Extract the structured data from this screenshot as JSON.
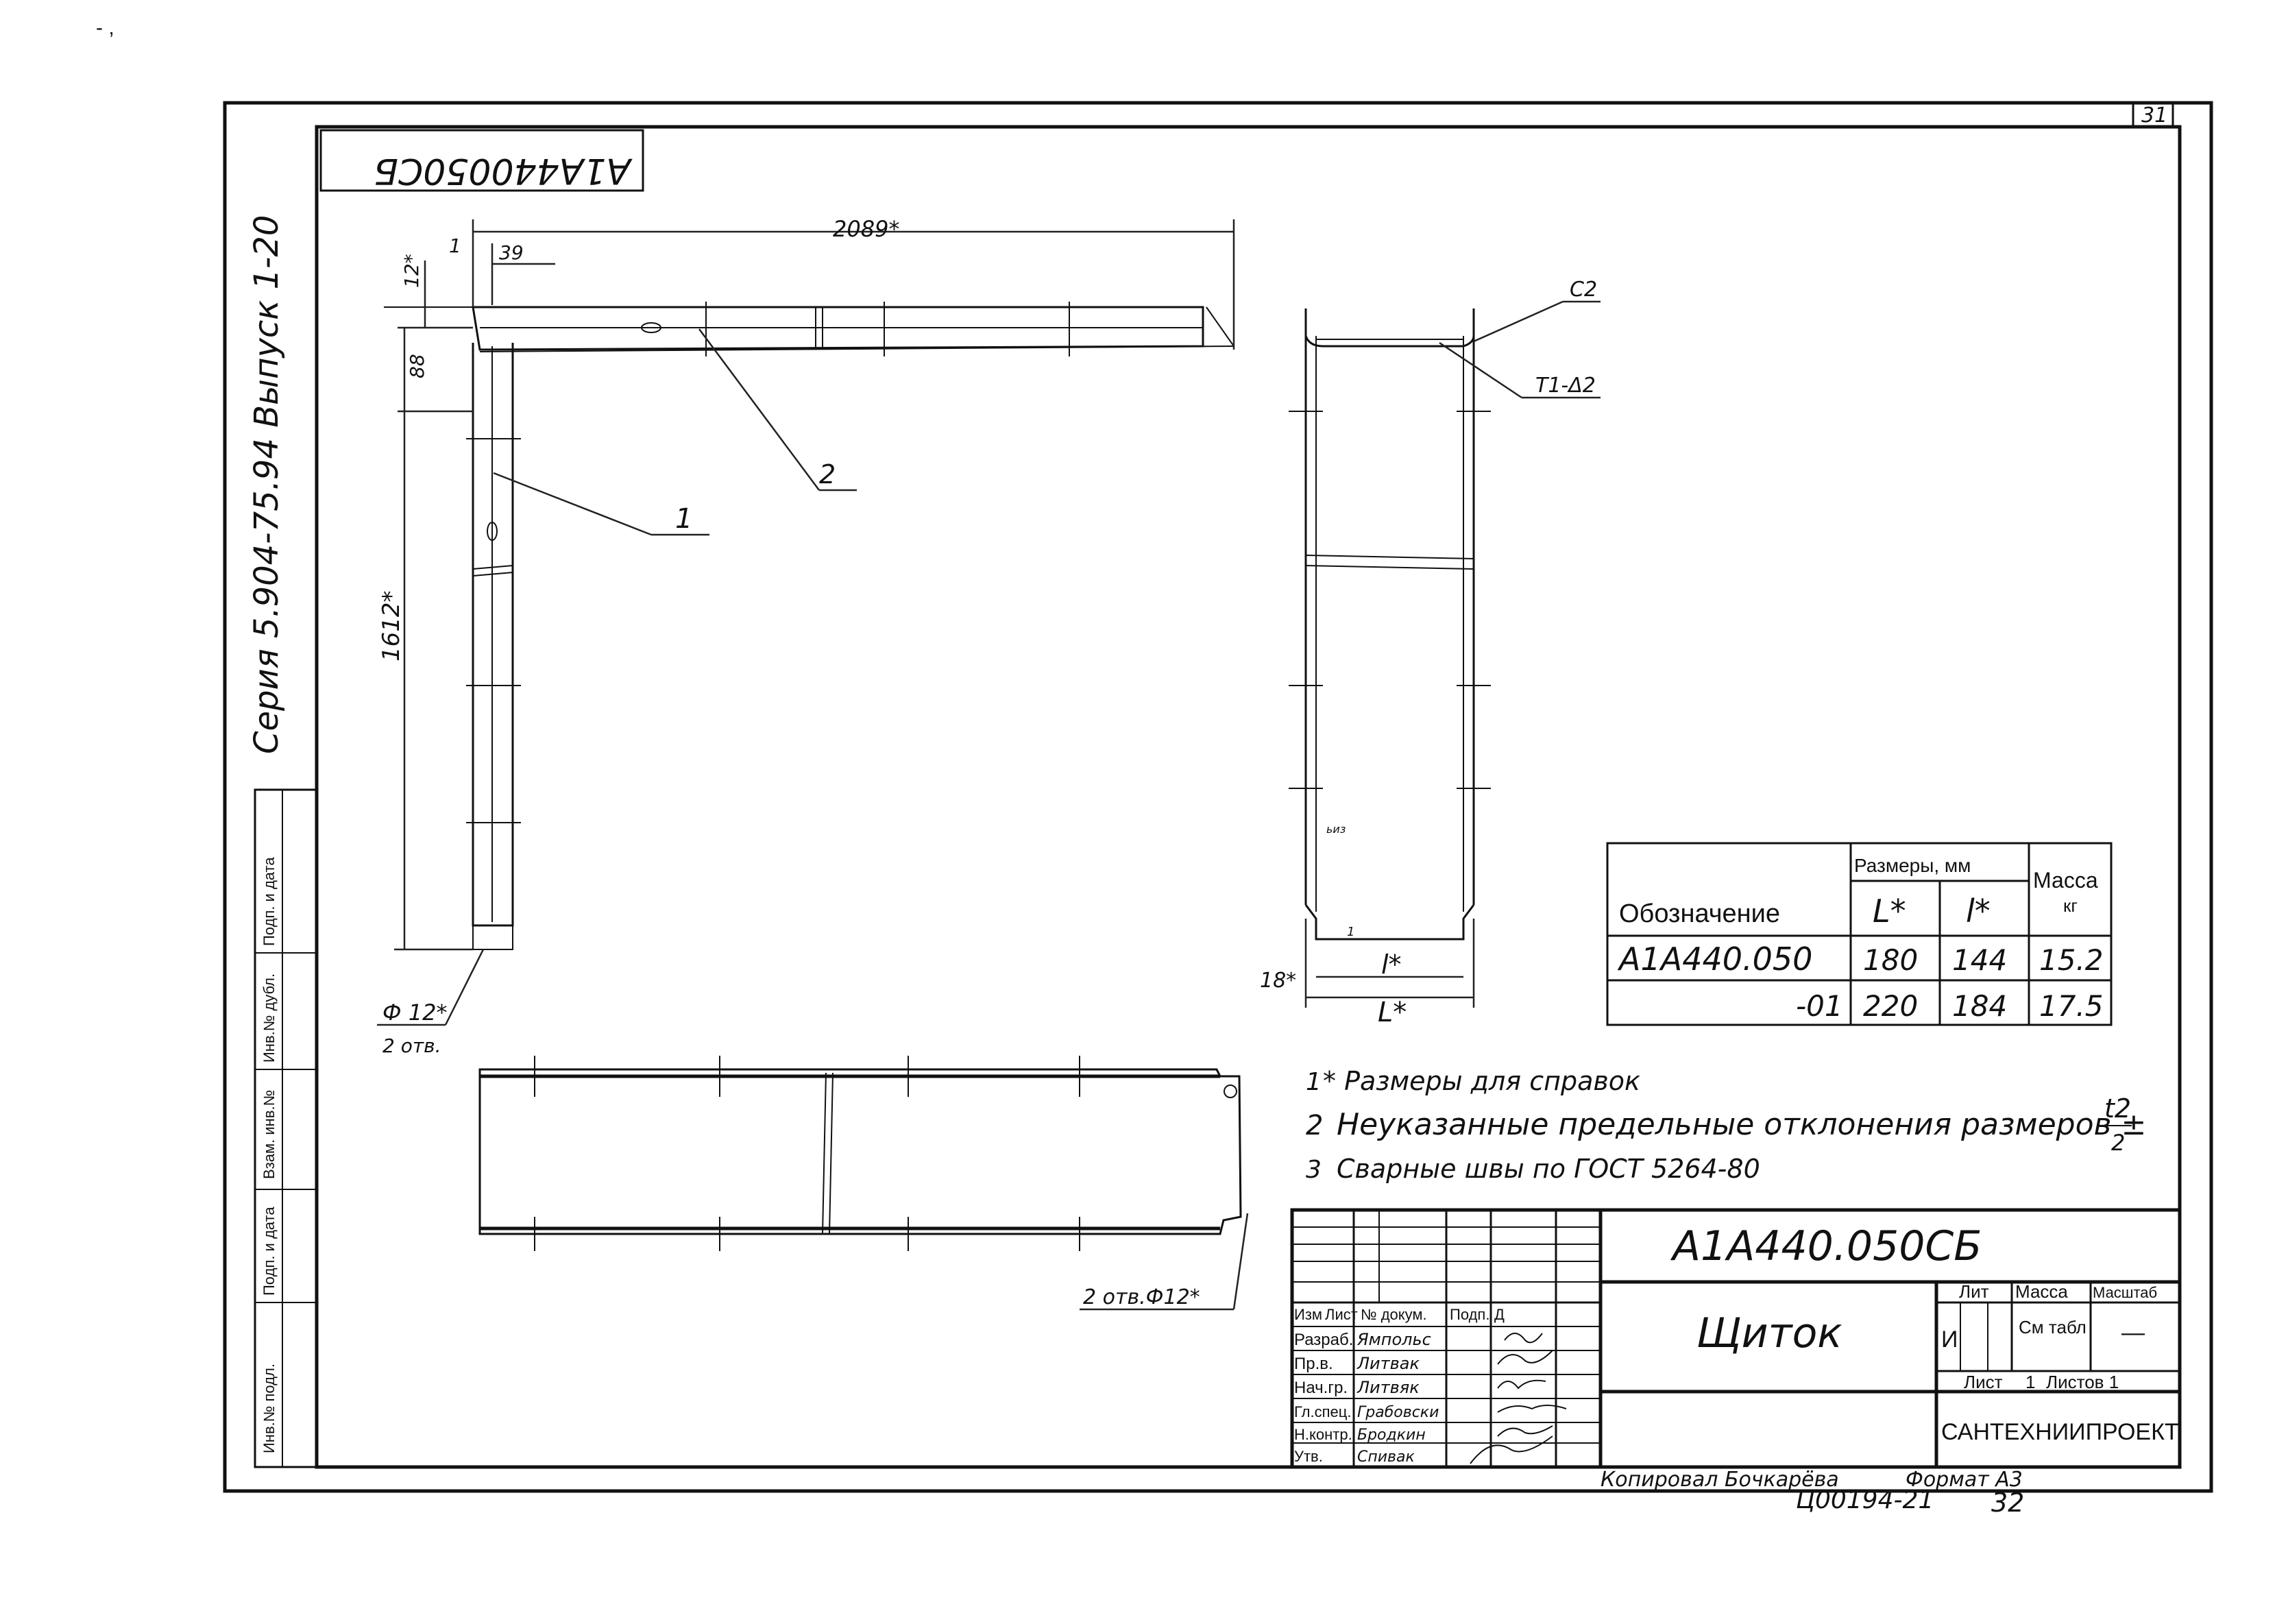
{
  "page": {
    "top_mark": "- ,",
    "sheet_corner_number": "31",
    "rotated_stamp": "А1А440050СБ",
    "series_text": "Серия 5.904-75.94 Выпуск 1-20"
  },
  "side_stamp": {
    "cells": [
      "Инв.№ подл.",
      "Подп. и дата",
      "Взам. инв.№",
      "Инв.№ дубл.",
      "Подп. и дата"
    ]
  },
  "drawing": {
    "dim_2089": "2089*",
    "dim_1": "1",
    "dim_12": "12*",
    "dim_39": "39",
    "dim_88": "88",
    "dim_1612": "1612*",
    "dim_phi12": "Ф 12*",
    "dim_phi12_count": "2 отв.",
    "part_1": "1",
    "part_2": "2",
    "dim_2holes": "2 отв.Ф12*",
    "weld_c2": "С2",
    "weld_t1": "Т1-Δ2",
    "dim_18": "18*",
    "dim_l_small": "l*",
    "dim_l_big": "L*",
    "scribble": "ьиз",
    "tick_1": "1"
  },
  "size_table": {
    "h_designation": "Обозначение",
    "h_sizes": "Размеры, мм",
    "h_L": "L*",
    "h_l": "l*",
    "h_mass": "Масса",
    "h_mass_unit": "кг",
    "rows": [
      {
        "designation": "А1А440.050",
        "L": "180",
        "l": "144",
        "mass": "15.2"
      },
      {
        "designation": "-01",
        "L": "220",
        "l": "184",
        "mass": "17.5"
      }
    ]
  },
  "notes": {
    "n1_num": "1",
    "n1": "* Размеры для справок",
    "n2_num": "2",
    "n2": "Неуказанные предельные отклонения размеров ±",
    "n2_frac_top": "t2",
    "n2_frac_bot": "2",
    "n3_num": "3",
    "n3": "Сварные швы по ГОСТ 5264-80"
  },
  "title_block": {
    "designation": "А1А440.050СБ",
    "name": "Щиток",
    "lit_header": "Лит",
    "mass_header": "Масса",
    "scale_header": "Масштаб",
    "lit_value": "И",
    "mass_value": "См табл",
    "scale_value": "—",
    "sheet_label": "Лист",
    "sheet_value": "1",
    "sheets_label": "Листов 1",
    "org": "САНТЕХНИИПРОЕКТ",
    "hdr_izm": "Изм",
    "hdr_list": "Лист",
    "hdr_ndoc": "№ докум.",
    "hdr_podp": "Подп.",
    "hdr_data": "Д",
    "roles": [
      {
        "role": "Разраб.",
        "name": "Ямпольс"
      },
      {
        "role": "Пр.в.",
        "name": "Литвак"
      },
      {
        "role": "Нач.гр.",
        "name": "Литвяк"
      },
      {
        "role": "Гл.спец.",
        "name": "Грабовски"
      },
      {
        "role": "Н.контр.",
        "name": "Бродкин"
      },
      {
        "role": "Утв.",
        "name": "Спивак"
      }
    ]
  },
  "footer": {
    "copied": "Копировал Бочкарёва",
    "format": "Формат А3",
    "code": "Ц00194-21",
    "num": "32"
  }
}
